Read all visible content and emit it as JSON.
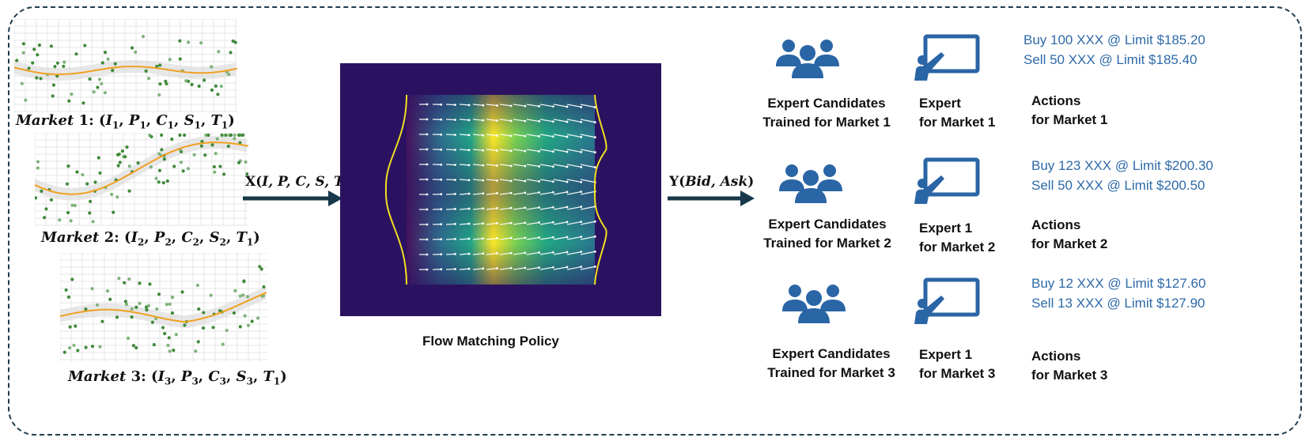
{
  "markets": [
    {
      "name": "Market",
      "index": "1",
      "vars": [
        "I",
        "P",
        "C",
        "S",
        "T"
      ],
      "subs": [
        "1",
        "1",
        "1",
        "1",
        "1"
      ]
    },
    {
      "name": "Market",
      "index": "2",
      "vars": [
        "I",
        "P",
        "C",
        "S",
        "T"
      ],
      "subs": [
        "2",
        "2",
        "2",
        "2",
        "1"
      ]
    },
    {
      "name": "Market",
      "index": "3",
      "vars": [
        "I",
        "P",
        "C",
        "S",
        "T"
      ],
      "subs": [
        "3",
        "3",
        "3",
        "3",
        "1"
      ]
    }
  ],
  "input_label": {
    "fn": "X",
    "args": "I, P, C, S, T"
  },
  "output_label": {
    "fn": "Y",
    "args": "Bid, Ask"
  },
  "policy_label": "Flow Matching Policy",
  "rows": [
    {
      "candidates": [
        "Expert Candidates",
        "Trained for Market 1"
      ],
      "expert": [
        "Expert",
        "for Market 1"
      ],
      "actions": [
        "Actions",
        "for Market 1"
      ],
      "orders": [
        "Buy 100 XXX @ Limit $185.20",
        "Sell 50 XXX @ Limit $185.40"
      ]
    },
    {
      "candidates": [
        "Expert Candidates",
        "Trained for Market 2"
      ],
      "expert": [
        "Expert 1",
        "for Market 2"
      ],
      "actions": [
        "Actions",
        "for Market 2"
      ],
      "orders": [
        "Buy 123 XXX @ Limit $200.30",
        "Sell 50 XXX @ Limit $200.50"
      ]
    },
    {
      "candidates": [
        "Expert Candidates",
        "Trained for Market 3"
      ],
      "expert": [
        "Expert 1",
        "for Market 3"
      ],
      "actions": [
        "Actions",
        "for Market 3"
      ],
      "orders": [
        "Buy 12 XXX @ Limit $127.60",
        "Sell 13 XXX @ Limit $127.90"
      ]
    }
  ],
  "icons": {
    "group": "people-group-icon",
    "teacher": "presenter-board-icon"
  },
  "colors": {
    "frame": "#1f3b4d",
    "icon": "#2a65a5",
    "action_text": "#2e6aa8",
    "arrow": "#16384a",
    "policy_bg": "#2b1261",
    "curve": "#f0a020",
    "points": "#3f8a3a",
    "boundary": "#f0e020"
  }
}
